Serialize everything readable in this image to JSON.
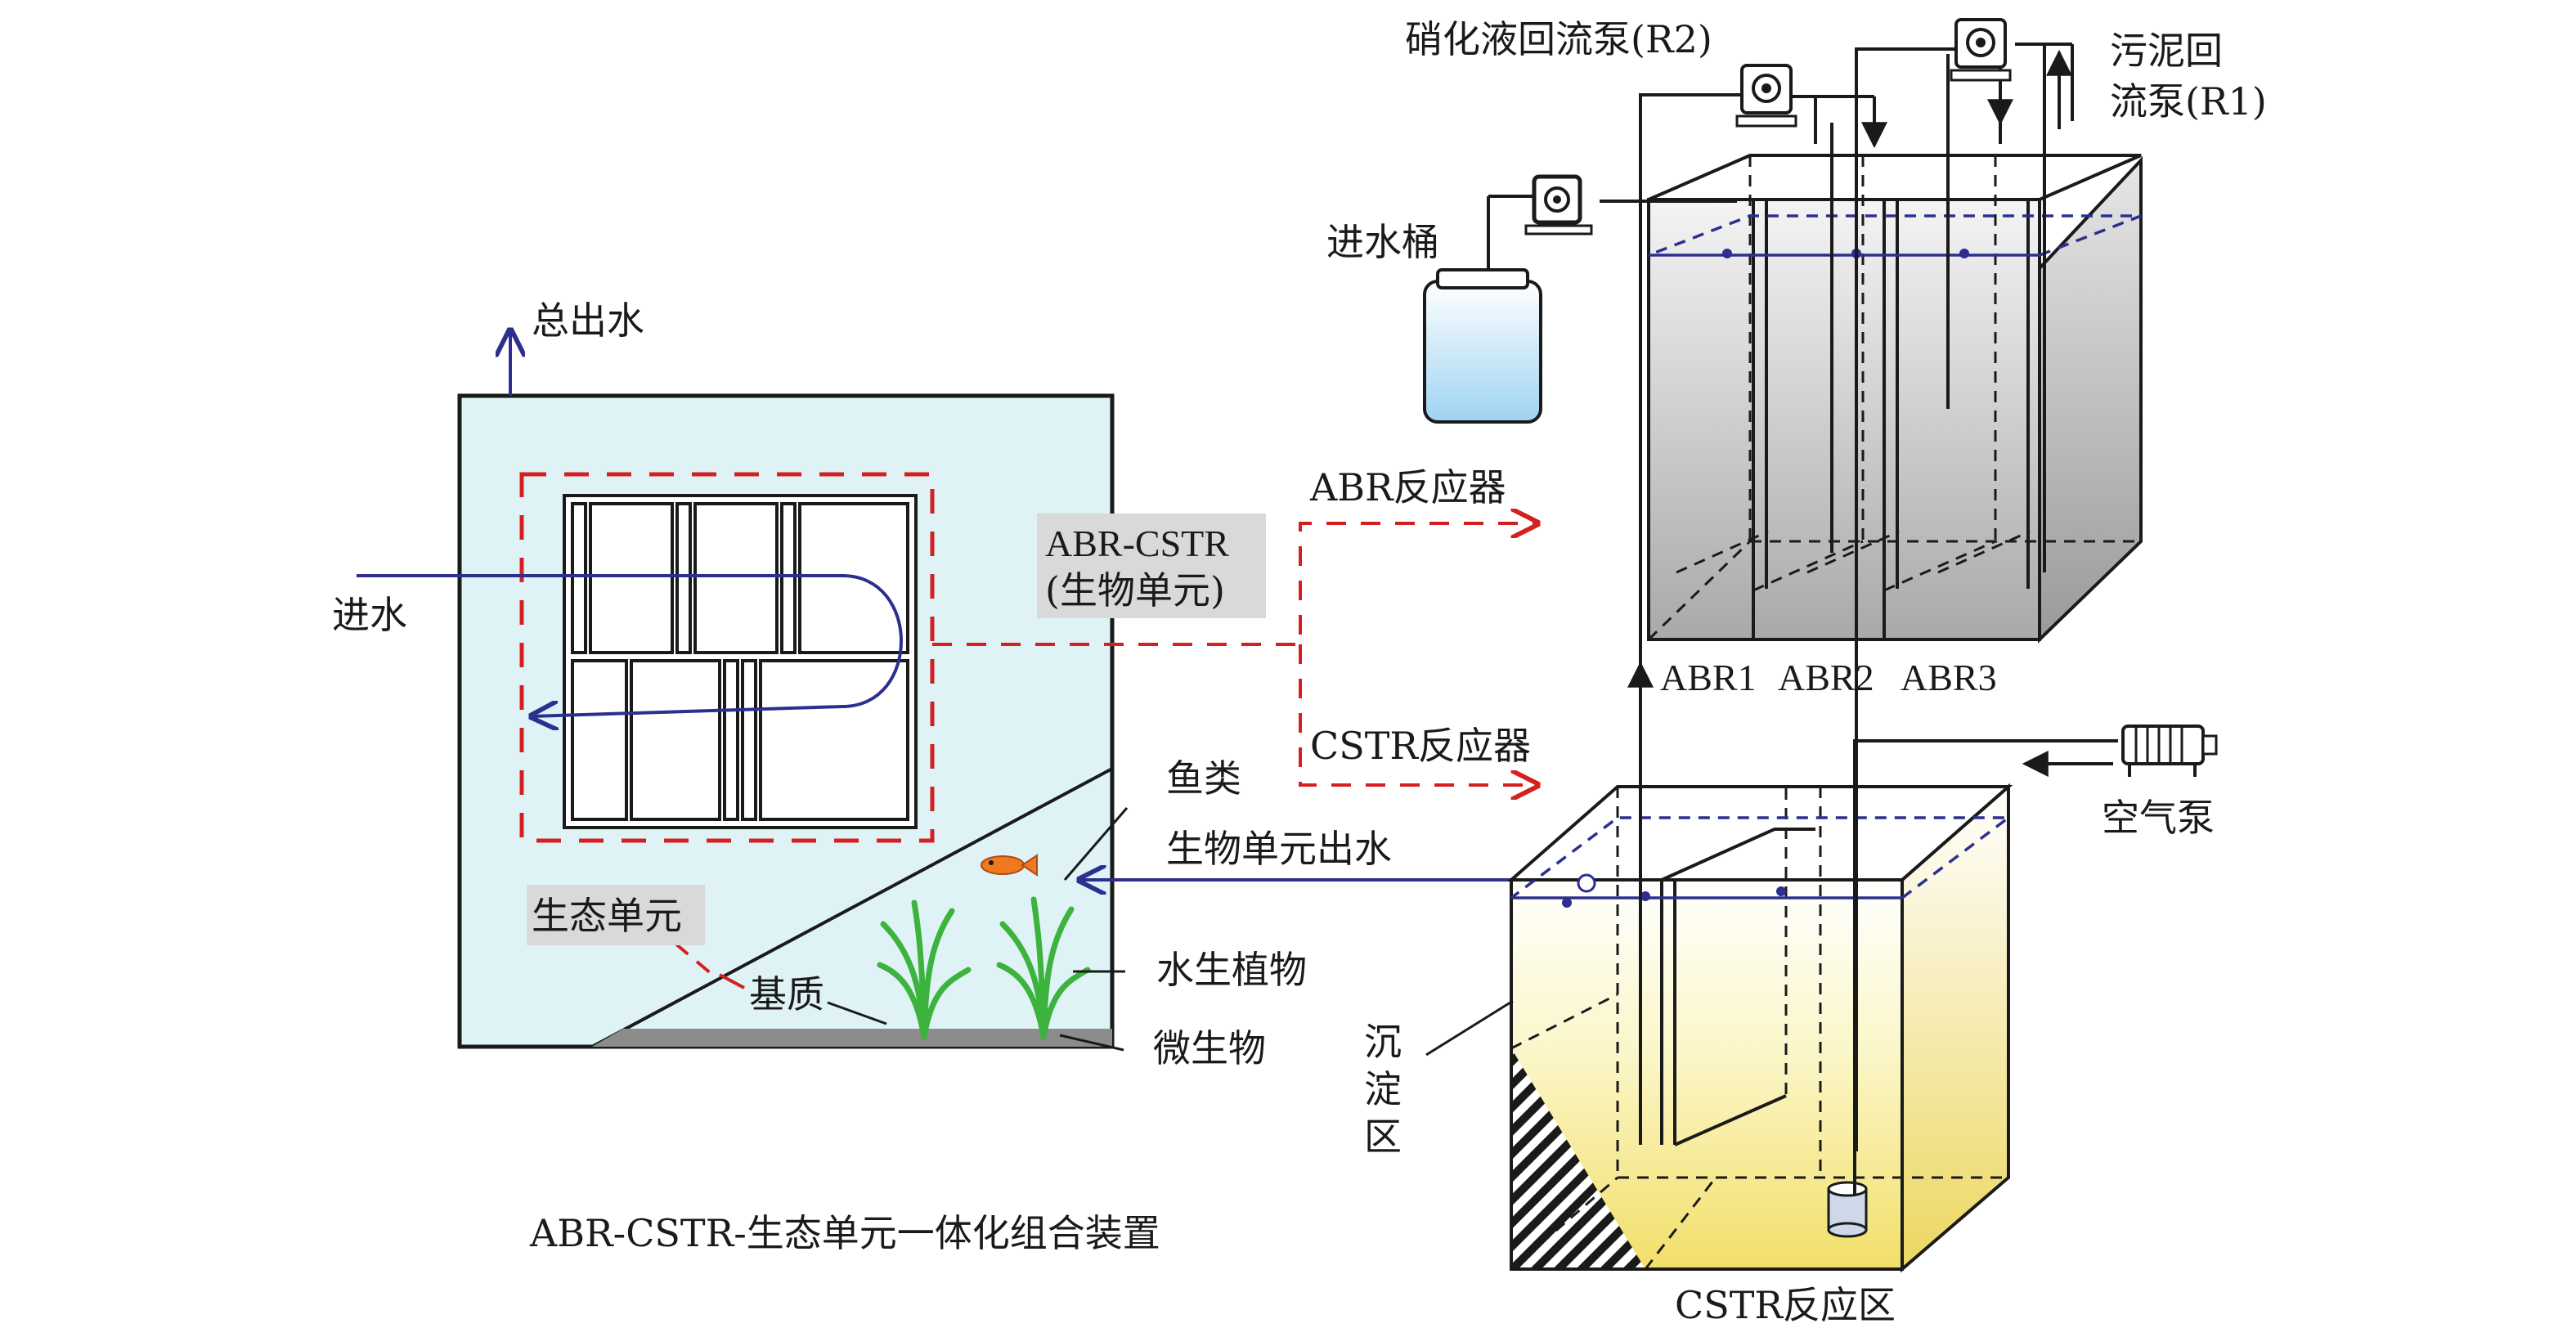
{
  "labels": {
    "total_outflow": "总出水",
    "inflow": "进水",
    "bio_unit_line1": "ABR-CSTR",
    "bio_unit_line2": "(生物单元)",
    "eco_unit": "生态单元",
    "fish": "鱼类",
    "bio_unit_outflow": "生物单元出水",
    "aquatic_plants": "水生植物",
    "substrate": "基质",
    "microorganisms": "微生物",
    "device_title": "ABR-CSTR-生态单元一体化组合装置",
    "abr_reactor": "ABR反应器",
    "cstr_reactor": "CSTR反应器",
    "nitrate_pump": "硝化液回流泵(R2)",
    "sludge_pump_line1": "污泥回",
    "sludge_pump_line2": "流泵(R1)",
    "inlet_bucket": "进水桶",
    "abr1": "ABR1",
    "abr2": "ABR2",
    "abr3": "ABR3",
    "air_pump": "空气泵",
    "sedimentation_1": "沉",
    "sedimentation_2": "淀",
    "sedimentation_3": "区",
    "cstr_zone": "CSTR反应区"
  },
  "colors": {
    "water_light_blue": "#dff3f7",
    "flow_blue": "#2c2f8f",
    "dashed_red": "#d42020",
    "label_bg_gray": "#d9d9d9",
    "plant_green": "#3cb33c",
    "fish_orange": "#f07820"
  }
}
